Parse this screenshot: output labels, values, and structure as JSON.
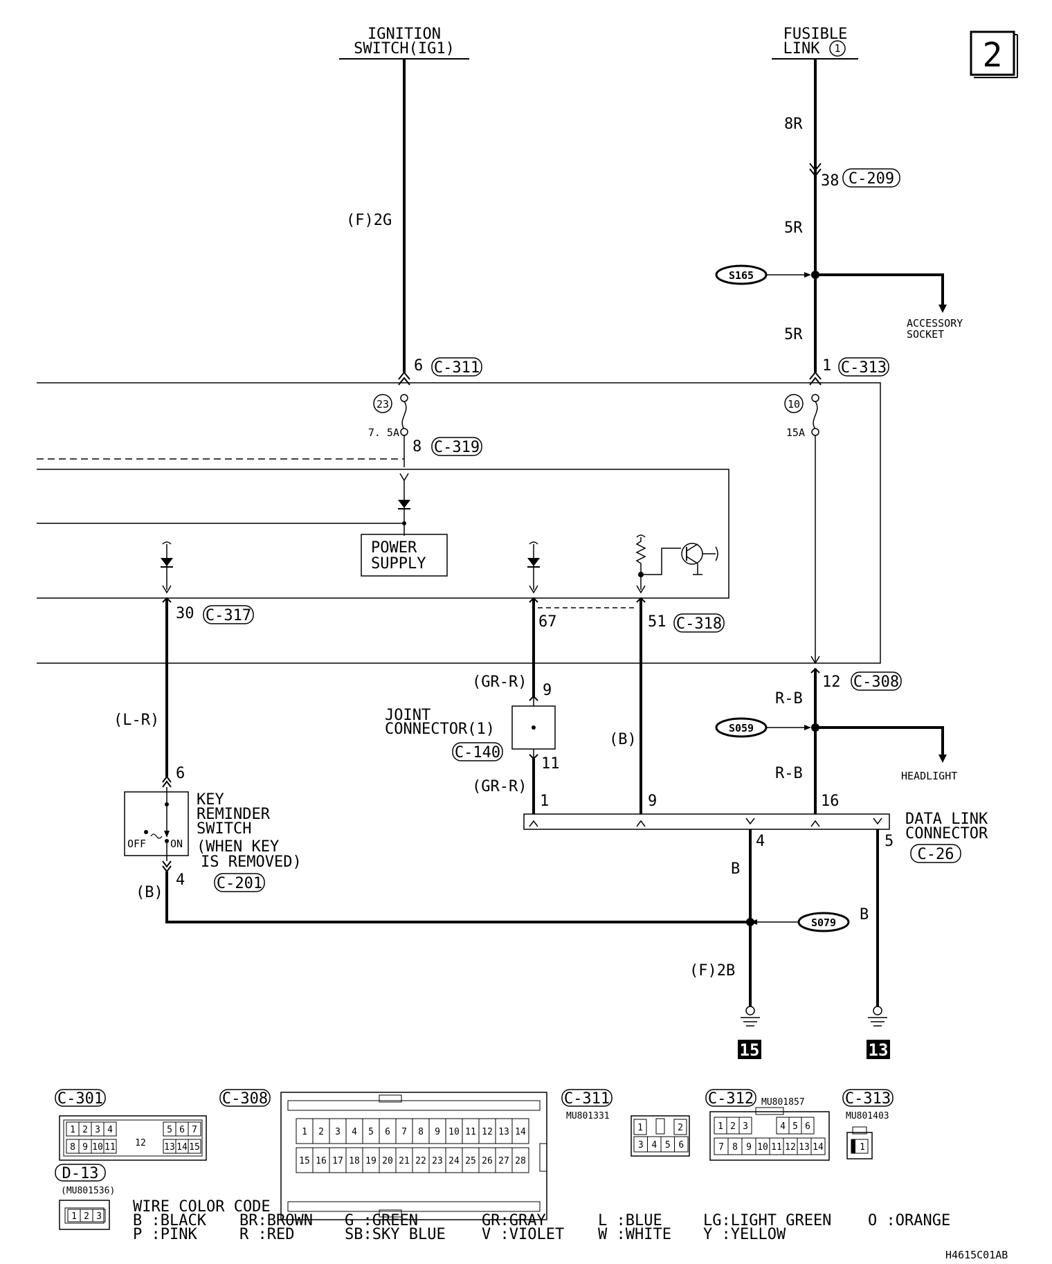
{
  "page_number": "2",
  "sources": {
    "ignition": [
      "IGNITION",
      "SWITCH(IG1)"
    ],
    "fusible": [
      "FUSIBLE",
      "LINK",
      "1"
    ]
  },
  "wires": {
    "w_2g": "(F)2G",
    "w_8r": "8R",
    "w_5r_a": "5R",
    "w_5r_b": "5R",
    "w_lr": "(L-R)",
    "w_grr_a": "(GR-R)",
    "w_grr_b": "(GR-R)",
    "w_b_mid": "(B)",
    "w_rb_a": "R-B",
    "w_rb_b": "R-B",
    "w_b_key": "(B)",
    "w_b_4": "B",
    "w_b_5": "B",
    "w_2b": "(F)2B"
  },
  "connectors": {
    "c209": {
      "pin": "38",
      "id": "C-209"
    },
    "c311": {
      "pin": "6",
      "id": "C-311"
    },
    "c313": {
      "pin": "1",
      "id": "C-313"
    },
    "c319": {
      "pin": "8",
      "id": "C-319"
    },
    "c317": {
      "pin": "30",
      "id": "C-317"
    },
    "c318": {
      "pin_a": "67",
      "pin_b": "51",
      "id": "C-318"
    },
    "c308": {
      "pin": "12",
      "id": "C-308"
    },
    "c140": {
      "pin_a": "9",
      "pin_b": "11",
      "id": "C-140"
    },
    "c201": {
      "pin_a": "6",
      "pin_b": "4",
      "id": "C-201"
    },
    "c26": {
      "pins": [
        "1",
        "9",
        "16",
        "4",
        "5"
      ],
      "id": "C-26"
    }
  },
  "fuses": {
    "f23": {
      "num": "23",
      "rating": "7. 5A"
    },
    "f10": {
      "num": "10",
      "rating": "15A"
    }
  },
  "splices": {
    "s165": "S165",
    "s059": "S059",
    "s079": "S079"
  },
  "components": {
    "accessory": [
      "ACCESSORY",
      "SOCKET"
    ],
    "headlight": "HEADLIGHT",
    "power_supply": [
      "POWER",
      "SUPPLY"
    ],
    "joint": [
      "JOINT",
      "CONNECTOR(1)"
    ],
    "key_switch": [
      "KEY",
      "REMINDER",
      "SWITCH",
      "(WHEN KEY",
      "IS REMOVED)"
    ],
    "key_off": "OFF",
    "key_on": "ON",
    "dlc": [
      "DATA LINK",
      "CONNECTOR"
    ]
  },
  "grounds": [
    "15",
    "13"
  ],
  "connector_views": {
    "c301": {
      "id": "C-301",
      "top": [
        "1",
        "2",
        "3",
        "4",
        "5",
        "6",
        "7"
      ],
      "bottom": [
        "8",
        "9",
        "10",
        "11",
        "13",
        "14",
        "15"
      ],
      "center": "12"
    },
    "c308": {
      "id": "C-308",
      "top": [
        "1",
        "2",
        "3",
        "4",
        "5",
        "6",
        "7",
        "8",
        "9",
        "10",
        "11",
        "12",
        "13",
        "14"
      ],
      "bottom": [
        "15",
        "16",
        "17",
        "18",
        "19",
        "20",
        "21",
        "22",
        "23",
        "24",
        "25",
        "26",
        "27",
        "28"
      ]
    },
    "c311": {
      "id": "C-311",
      "part": "MU801331",
      "top": [
        "1",
        "2"
      ],
      "bottom": [
        "3",
        "4",
        "5",
        "6"
      ]
    },
    "c312": {
      "id": "C-312",
      "part": "MU801857",
      "top": [
        "1",
        "2",
        "3",
        "4",
        "5",
        "6"
      ],
      "bottom": [
        "7",
        "8",
        "9",
        "10",
        "11",
        "12",
        "13",
        "14"
      ]
    },
    "c313": {
      "id": "C-313",
      "part": "MU801403",
      "pins": [
        "1"
      ]
    },
    "d13": {
      "id": "D-13",
      "part": "(MU801536)",
      "pins": [
        "1",
        "2",
        "3"
      ]
    }
  },
  "wire_color_code": {
    "title": "WIRE COLOR CODE",
    "row1": [
      "B :BLACK",
      "BR:BROWN",
      "G :GREEN",
      "GR:GRAY",
      "L :BLUE",
      "LG:LIGHT GREEN",
      "O :ORANGE"
    ],
    "row2": [
      "P :PINK",
      "R :RED",
      "SB:SKY BLUE",
      "V :VIOLET",
      "W :WHITE",
      "Y :YELLOW"
    ]
  },
  "figure_code": "H4615C01AB"
}
